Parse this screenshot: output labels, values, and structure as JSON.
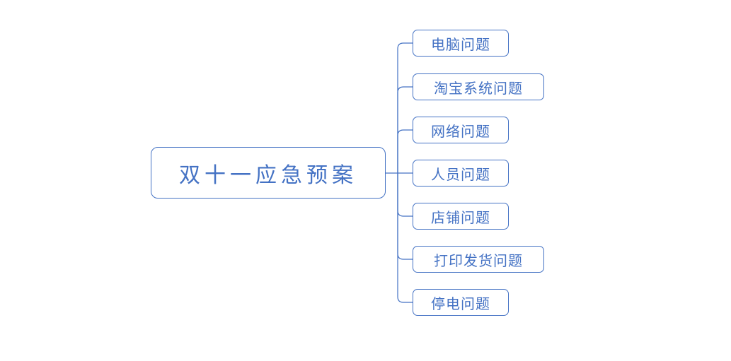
{
  "diagram": {
    "root": {
      "label": "双十一应急预案"
    },
    "children": [
      {
        "label": "电脑问题"
      },
      {
        "label": "淘宝系统问题"
      },
      {
        "label": "网络问题"
      },
      {
        "label": "人员问题"
      },
      {
        "label": "店铺问题"
      },
      {
        "label": "打印发货问题"
      },
      {
        "label": "停电问题"
      }
    ],
    "colors": {
      "accent": "#4472C4",
      "line": "#4472C4",
      "background": "#FFFFFF"
    }
  }
}
